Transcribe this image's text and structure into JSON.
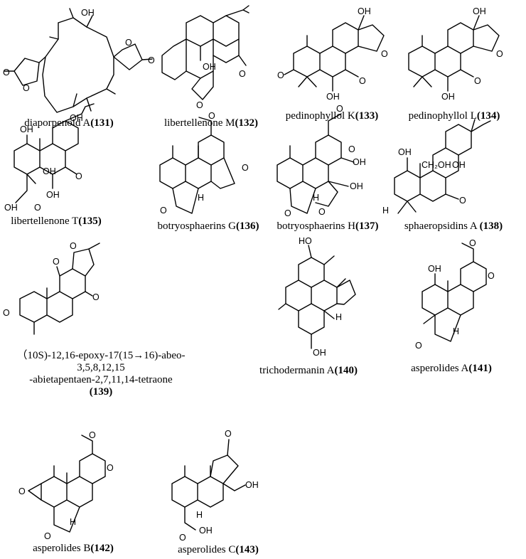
{
  "compounds": [
    {
      "name": "diaporpenoid A",
      "id": "131"
    },
    {
      "name": "libertellenone M",
      "id": "132"
    },
    {
      "name": "pedinophyllol K",
      "id": "133"
    },
    {
      "name": "pedinophyllol L",
      "id": "134"
    },
    {
      "name": "libertellenone T",
      "id": "135"
    },
    {
      "name": "botryosphaerins G",
      "id": "136"
    },
    {
      "name": "botryosphaerins H",
      "id": "137"
    },
    {
      "name": "sphaeropsidins A ",
      "id": "138"
    },
    {
      "name_line1": "（10S)-12,16-epoxy-17(15→16)-abeo-",
      "name_line2": "3,5,8,12,15",
      "name_line3": "-abietapentaen-2,7,11,14-tetraone",
      "id": "139"
    },
    {
      "name": "trichodermanin A",
      "id": "140"
    },
    {
      "name": "asperolides A",
      "id": "141"
    },
    {
      "name": "asperolides B",
      "id": "142"
    },
    {
      "name": "asperolides C",
      "id": "143"
    }
  ],
  "atom_labels": {
    "OH": "OH",
    "O": "O",
    "H": "H",
    "CH2OH": "CH₂OH"
  }
}
